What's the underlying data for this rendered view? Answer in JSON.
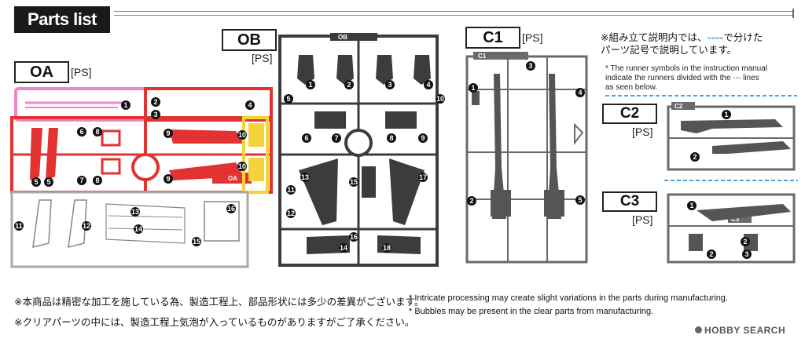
{
  "header": {
    "title": "Parts list"
  },
  "runners": {
    "oa": {
      "label": "OA",
      "ps": "[PS]",
      "tag": "OA",
      "colors": {
        "red": "#e23232",
        "pink": "#ef86c8",
        "yellow": "#f4d23a",
        "white": "#ffffff"
      }
    },
    "ob": {
      "label": "OB",
      "ps": "[PS]",
      "tag": "OB",
      "color": "#3c3c3c"
    },
    "c1": {
      "label": "C1",
      "ps": "[PS]",
      "tag": "C1",
      "color": "#6a6a6a"
    },
    "c2": {
      "label": "C2",
      "ps": "[PS]",
      "tag": "C2"
    },
    "c3": {
      "label": "C3",
      "ps": "[PS]",
      "tag": "C3"
    }
  },
  "note": {
    "jp_line1_a": "※組み立て説明内では、",
    "jp_line1_dash": "----",
    "jp_line1_b": "で分けた",
    "jp_line2": "パーツ記号で説明しています。",
    "en_line1": "* The runner symbols in the instruction manual",
    "en_line2_a": "indicate the runners divided with the",
    "en_line2_dash": "---",
    "en_line2_b": "lines",
    "en_line3": "as seen below."
  },
  "footer": {
    "jp1": "※本商品は精密な加工を施している為、製造工程上、部品形状には多少の差異がございます。",
    "jp2": "※クリアパーツの中には、製造工程上気泡が入っているものがありますがご了承ください。",
    "en1": "* Intricate processing may create slight variations in the parts during manufacturing.",
    "en2": "* Bubbles may be present in the clear parts from manufacturing."
  },
  "watermark": {
    "text": "HOBBY SEARCH"
  }
}
